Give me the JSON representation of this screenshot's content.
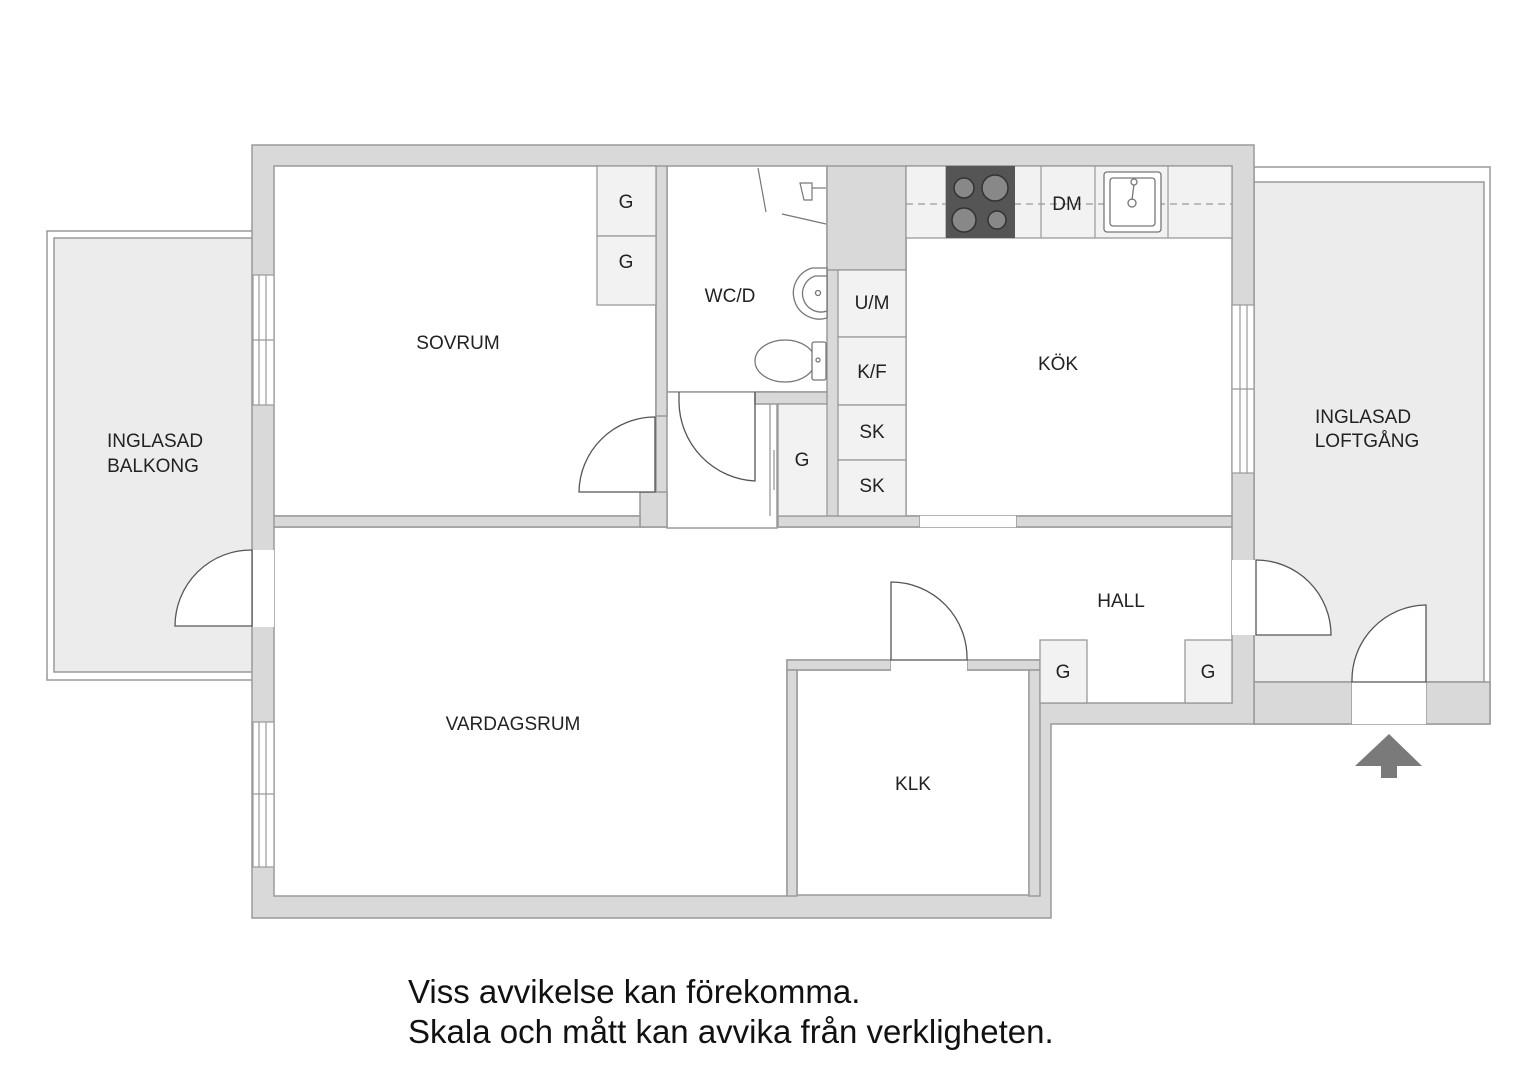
{
  "plan": {
    "rooms": {
      "sovrum": "SOVRUM",
      "wcd": "WC/D",
      "kok": "KÖK",
      "balkong_line1": "INGLASAD",
      "balkong_line2": "BALKONG",
      "loftgang_line1": "INGLASAD",
      "loftgang_line2": "LOFTGÅNG",
      "vardagsrum": "VARDAGSRUM",
      "hall": "HALL",
      "klk": "KLK"
    },
    "fixtures": {
      "g": "G",
      "dm": "DM",
      "um": "U/M",
      "kf": "K/F",
      "sk": "SK"
    },
    "colors": {
      "wall": "#d9d9d9",
      "wall_edge": "#9a9a9a",
      "exterior_fill": "#ececec",
      "stove": "#555555",
      "entrance_arrow": "#7a7a7a"
    },
    "icons": [
      "entrance-arrow-icon",
      "stove-icon",
      "sink-icon",
      "toilet-icon",
      "washbasin-icon",
      "shower-icon"
    ]
  },
  "disclaimer": {
    "line1": "Viss avvikelse kan förekomma.",
    "line2": "Skala och mått kan avvika från verkligheten."
  }
}
